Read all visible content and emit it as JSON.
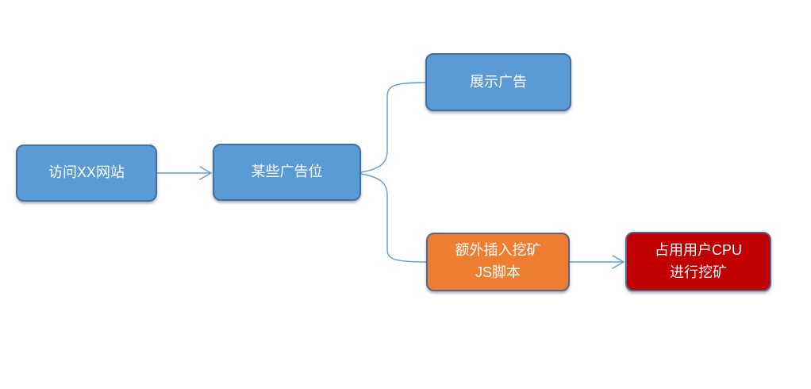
{
  "diagram": {
    "background": "#ffffff",
    "connector_color": "#5b9bd5",
    "nodes": [
      {
        "id": "visit",
        "label": "访问XX网站",
        "fill": "#5b9bd5",
        "border": "#41719c",
        "text_color": "#ffffff"
      },
      {
        "id": "adslot",
        "label": "某些广告位",
        "fill": "#5b9bd5",
        "border": "#41719c",
        "text_color": "#ffffff"
      },
      {
        "id": "showad",
        "label": "展示广告",
        "fill": "#5b9bd5",
        "border": "#41719c",
        "text_color": "#ffffff"
      },
      {
        "id": "inject",
        "label": "额外插入挖矿\nJS脚本",
        "fill": "#ed7d31",
        "border": "#54678a",
        "text_color": "#ffffff"
      },
      {
        "id": "mining",
        "label": "占用用户CPU\n进行挖矿",
        "fill": "#c00000",
        "border": "#54678a",
        "text_color": "#ffffff"
      }
    ],
    "edges": [
      {
        "from": "访问XX网站",
        "to": "某些广告位",
        "style": "straight",
        "arrowhead": true
      },
      {
        "from": "某些广告位",
        "to": "展示广告",
        "style": "curved",
        "arrowhead": false
      },
      {
        "from": "某些广告位",
        "to": "额外插入挖矿JS脚本",
        "style": "curved",
        "arrowhead": false
      },
      {
        "from": "额外插入挖矿JS脚本",
        "to": "占用用户CPU进行挖矿",
        "style": "straight",
        "arrowhead": true
      }
    ]
  }
}
